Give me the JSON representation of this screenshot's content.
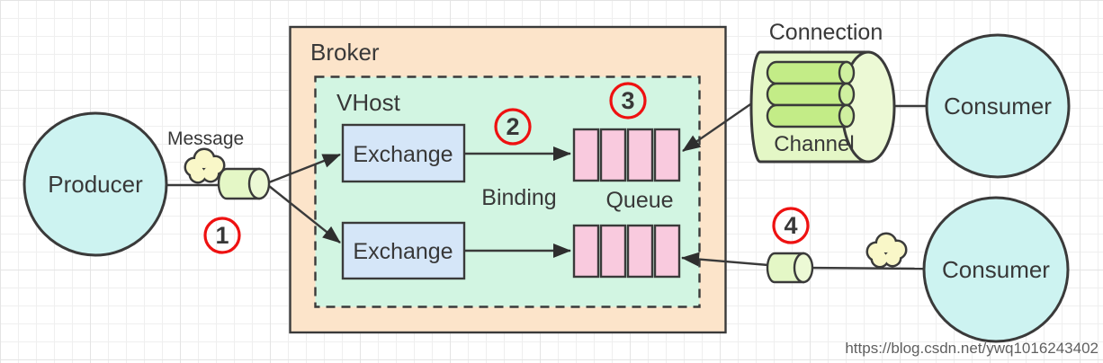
{
  "nodes": {
    "producer": {
      "label": "Producer"
    },
    "message": {
      "label": "Message"
    },
    "broker": {
      "label": "Broker"
    },
    "vhost": {
      "label": "VHost"
    },
    "exchange_top": {
      "label": "Exchange"
    },
    "exchange_bottom": {
      "label": "Exchange"
    },
    "binding": {
      "label": "Binding"
    },
    "queue": {
      "label": "Queue"
    },
    "connection": {
      "label": "Connection"
    },
    "channel": {
      "label": "Channel"
    },
    "consumer_top": {
      "label": "Consumer"
    },
    "consumer_bottom": {
      "label": "Consumer"
    }
  },
  "steps": {
    "s1": "1",
    "s2": "2",
    "s3": "3",
    "s4": "4"
  },
  "icons": {
    "message_cloud": "cloud",
    "message_packet": "cylinder",
    "connection_pipe": "cylinder",
    "channel_pipe": "cylinder"
  },
  "colors": {
    "node_cyan": "#cdf3f1",
    "broker_peach": "#fce4ca",
    "vhost_mint": "#d2f5e2",
    "exchange_blue": "#d5e6f8",
    "queue_pink": "#f9cade",
    "cylinder_body_green": "#e4f7c6",
    "cylinder_cap_green": "#ecf9d5",
    "channel_green": "#c3ec87",
    "channel_cap_green": "#cff0a0",
    "cloud_yellow": "#f9f7c8",
    "outline_dark": "#3a3a3a",
    "step_red": "#ee1111",
    "binding_blue": "#1a17cf",
    "watermark_gray": "#c7c7c7"
  },
  "watermark": "https://blog.csdn.net/ywq1016243402"
}
